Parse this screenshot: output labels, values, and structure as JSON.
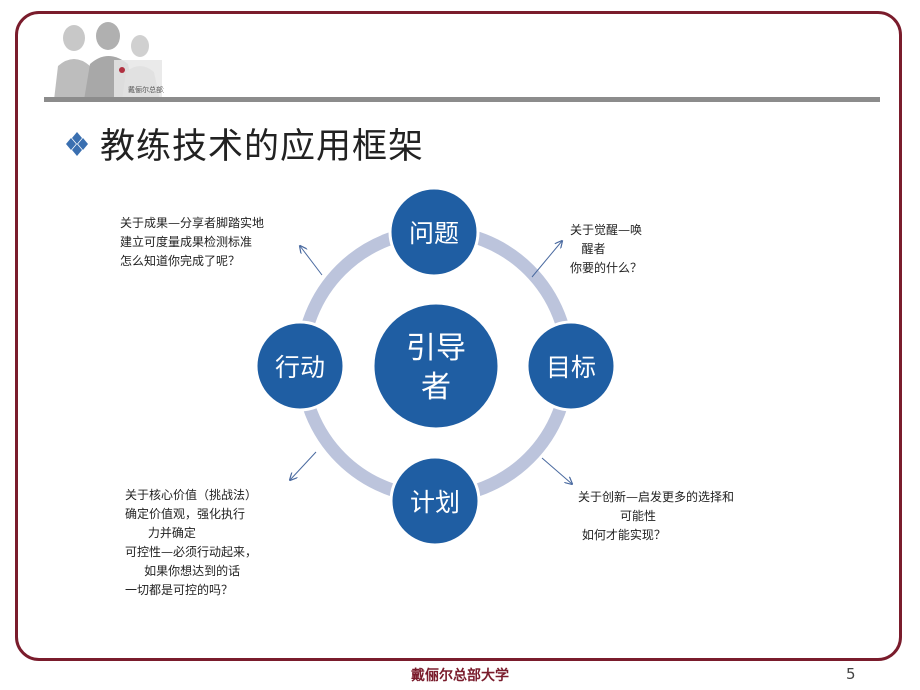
{
  "header": {
    "logo_caption": "戴俪尔总部大学",
    "title": "教练技术的应用框架"
  },
  "diagram": {
    "center": {
      "line1": "引导",
      "line2": "者"
    },
    "nodes": {
      "top": "问题",
      "right": "目标",
      "bottom": "计划",
      "left": "行动"
    },
    "notes": {
      "top_left": "关于成果—分享者脚踏实地\n建立可度量成果检测标准\n怎么知道你完成了呢？",
      "top_right": "关于觉醒—唤\n   醒者\n你要的什么？",
      "bottom_right": "关于创新—启发更多的选择和\n           可能性\n 如何才能实现？",
      "bottom_left": "关于核心价值（挑战法）\n确定价值观，强化执行\n      力并确定\n可控性—必须行动起来，\n     如果你想达到的话\n一切都是可控的吗？"
    }
  },
  "footer": {
    "label": "戴俪尔总部大学",
    "page_number": "5"
  },
  "colors": {
    "frame": "#7a1c2c",
    "node_fill": "#1f5ea3",
    "ring": "#bcc4dc",
    "bullet": "#3a6fb0"
  }
}
